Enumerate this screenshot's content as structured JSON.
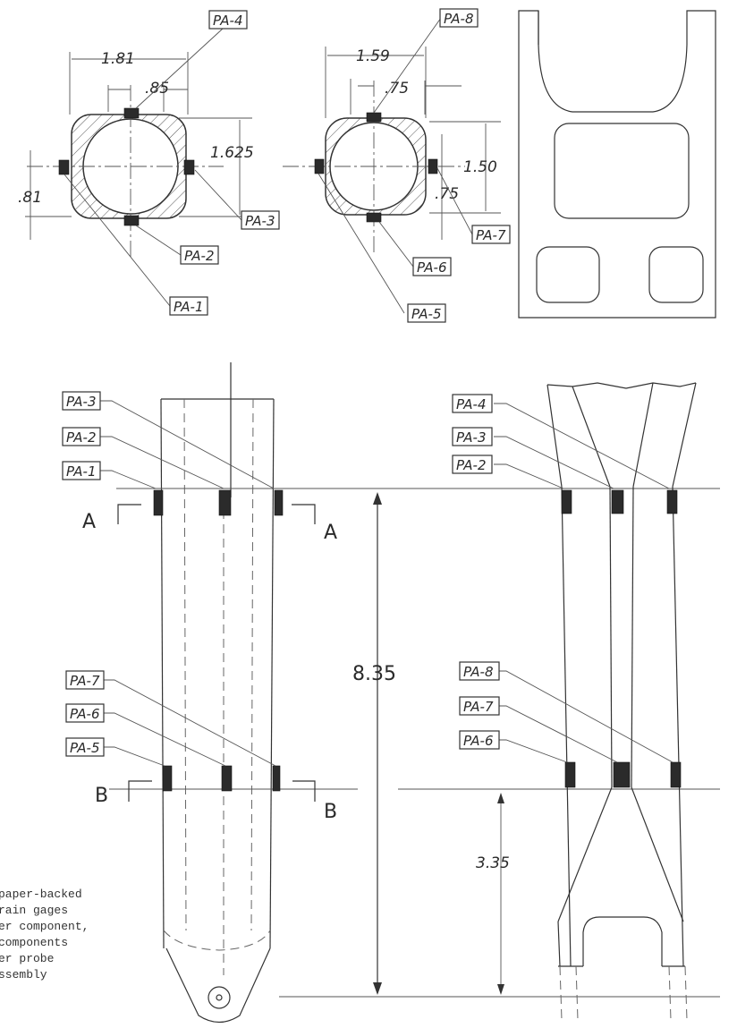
{
  "section_a": {
    "labels": {
      "pa1": "PA-1",
      "pa2": "PA-2",
      "pa3": "PA-3",
      "pa4": "PA-4"
    },
    "dims": {
      "width": "1.81",
      "gage_offset": ".85",
      "height": "1.625",
      "half_height": ".81"
    }
  },
  "section_b": {
    "labels": {
      "pa5": "PA-5",
      "pa6": "PA-6",
      "pa7": "PA-7",
      "pa8": "PA-8"
    },
    "dims": {
      "width": "1.59",
      "gage_offset": ".75",
      "height": "1.50",
      "half_height": ".75"
    }
  },
  "front_view": {
    "labels": {
      "pa1": "PA-1",
      "pa2": "PA-2",
      "pa3": "PA-3",
      "pa5": "PA-5",
      "pa6": "PA-6",
      "pa7": "PA-7"
    },
    "section_marks": {
      "a_left": "A",
      "a_right": "A",
      "b_left": "B",
      "b_right": "B"
    },
    "dims": {
      "long": "8.35",
      "short": "3.35"
    }
  },
  "side_view": {
    "labels": {
      "pa2": "PA-2",
      "pa3": "PA-3",
      "pa4": "PA-4",
      "pa6": "PA-6",
      "pa7": "PA-7",
      "pa8": "PA-8"
    }
  },
  "note": {
    "lines": [
      "paper-backed",
      "rain gages",
      "er component,",
      "components",
      "er probe",
      "ssembly"
    ]
  }
}
